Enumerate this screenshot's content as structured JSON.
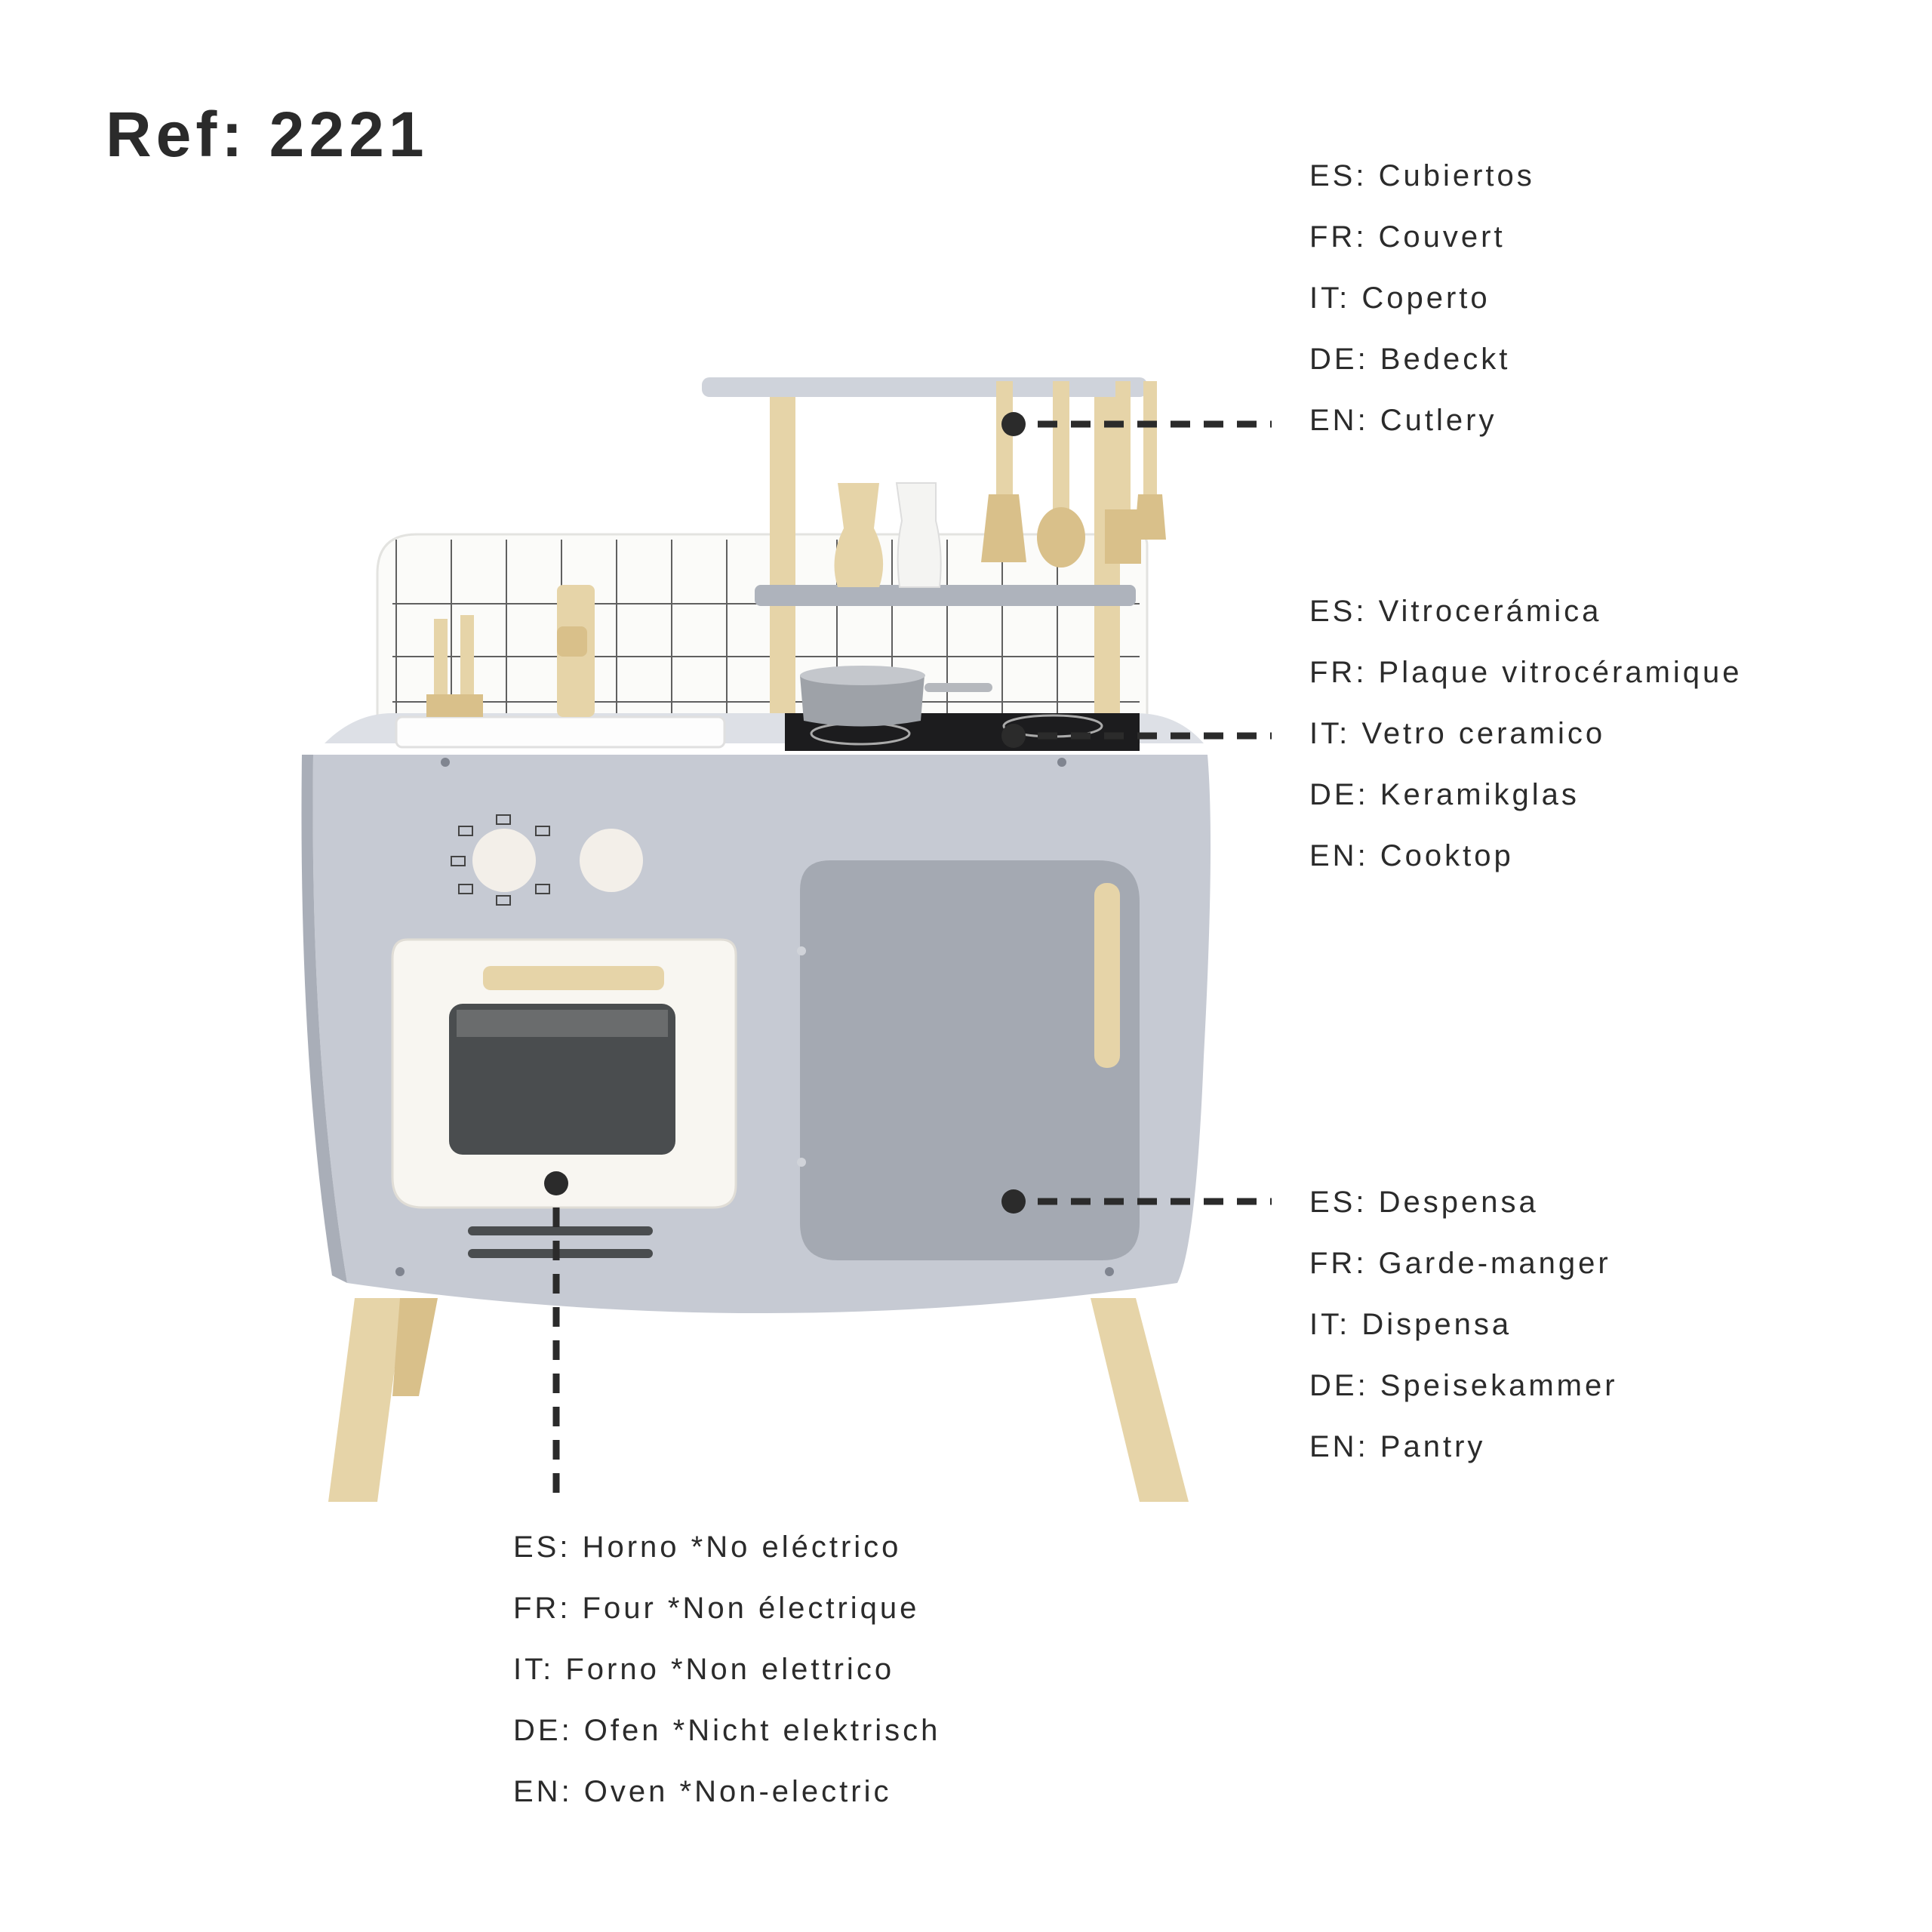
{
  "title": "Ref: 2221",
  "colors": {
    "body": "#c6cad3",
    "body_dark": "#a9aeb8",
    "pantry_door": "#a4a9b2",
    "wood": "#e6d4a8",
    "wood_dark": "#c9ad74",
    "tile": "#fbfbf9",
    "grid": "#3a3a3a",
    "cooktop": "#1c1c1e",
    "text": "#2b2b2b"
  },
  "callouts": {
    "cutlery": [
      "ES: Cubiertos",
      "FR: Couvert",
      "IT: Coperto",
      "DE: Bedeckt",
      "EN: Cutlery"
    ],
    "cooktop": [
      "ES: Vitrocerámica",
      "FR: Plaque vitrocéramique",
      "IT: Vetro ceramico",
      "DE: Keramikglas",
      "EN: Cooktop"
    ],
    "pantry": [
      "ES: Despensa",
      "FR: Garde-manger",
      "IT: Dispensa",
      "DE: Speisekammer",
      "EN: Pantry"
    ],
    "oven": [
      "ES: Horno *No eléctrico",
      "FR: Four *Non électrique",
      "IT: Forno *Non elettrico",
      "DE: Ofen *Nicht elektrisch",
      "EN: Oven *Non-electric"
    ]
  }
}
